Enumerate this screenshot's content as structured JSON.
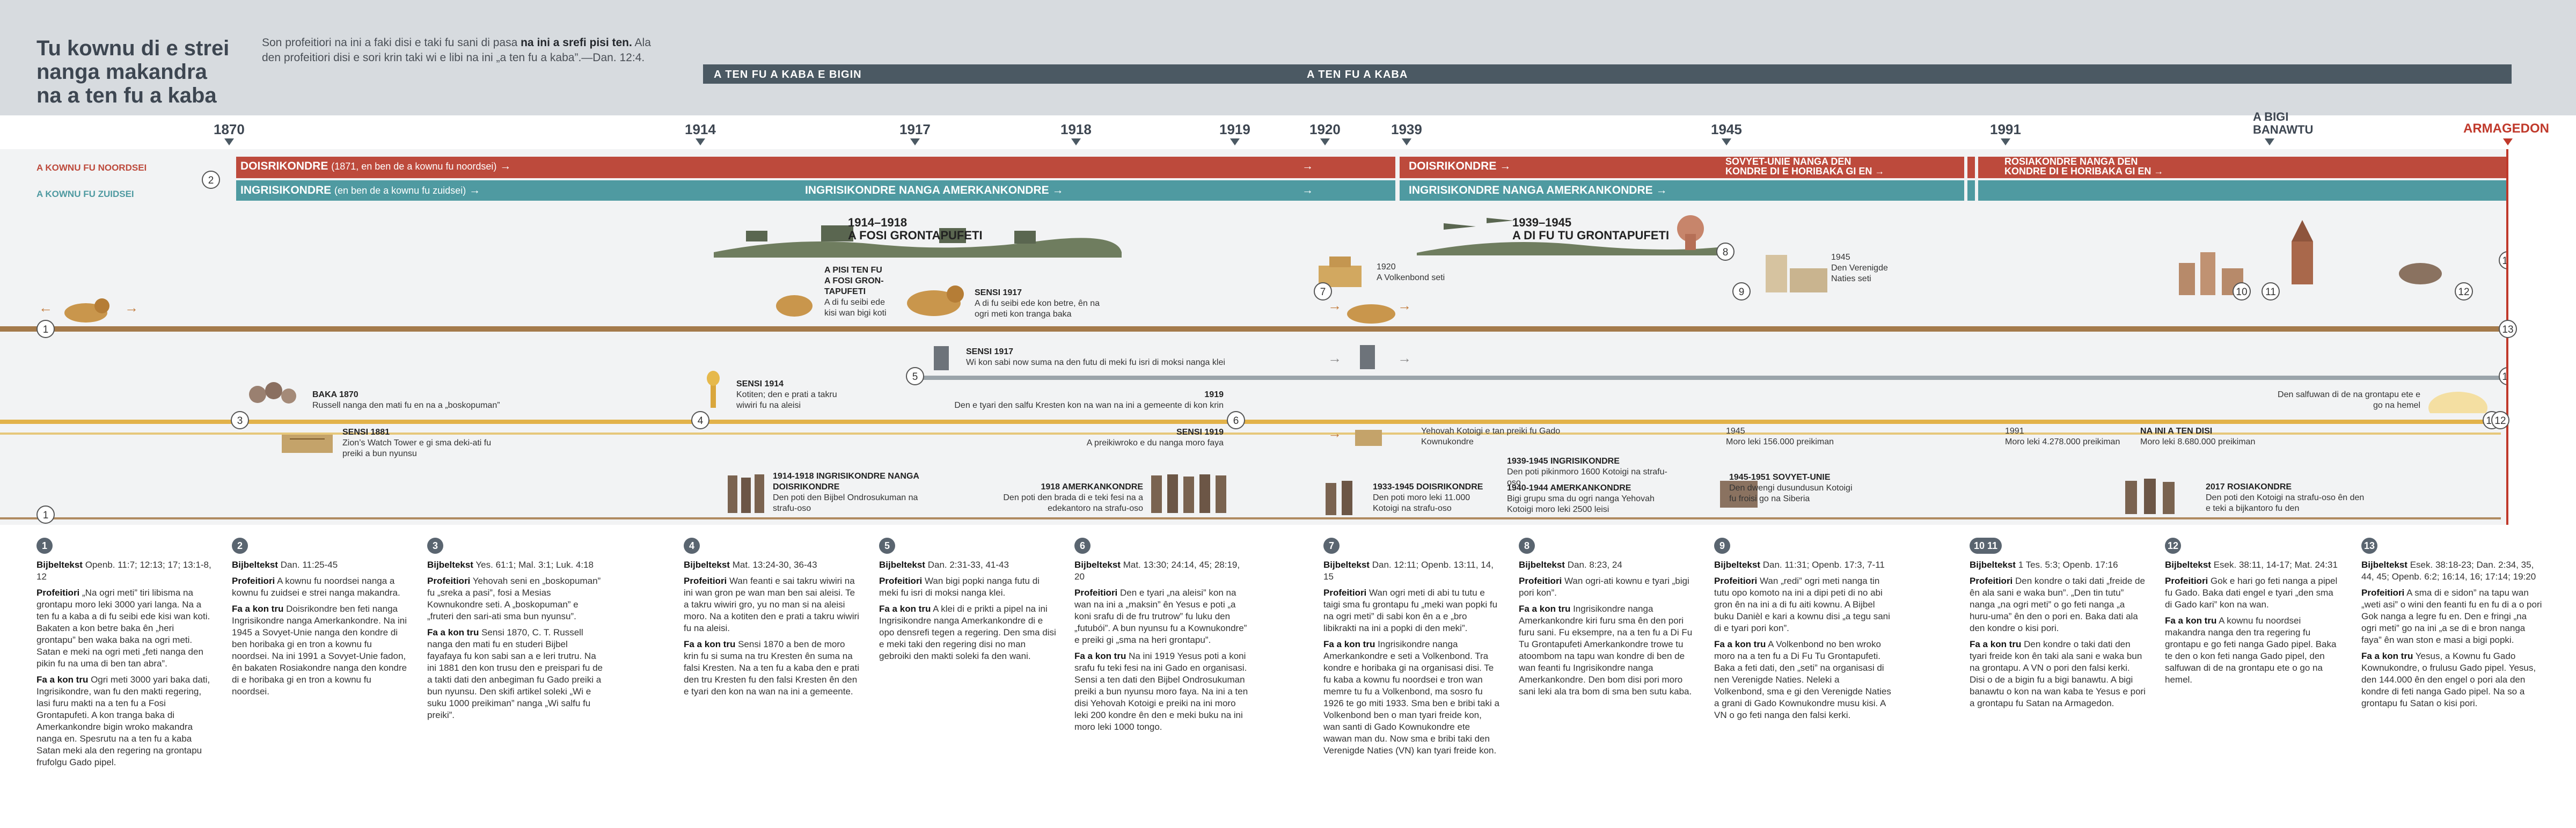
{
  "header": {
    "title_lines": [
      "Tu kownu di e strei",
      "nanga makandra",
      "na a ten fu a kaba"
    ],
    "scripture_pre": "Son profeitiori na ini a faki disi e taki fu sani di pasa ",
    "scripture_bold": "na ini a srefi pisi ten.",
    "scripture_post": " Ala den profeitiori disi e sori krin taki wi e libi na ini „a ten fu a kaba”.—Dan. 12:4.",
    "last_days_begin": "A TEN FU A KABA E BIGIN",
    "last_days": "A TEN FU A KABA"
  },
  "years": [
    "1870",
    "1914",
    "1917",
    "1918",
    "1919",
    "1920",
    "1939",
    "1945",
    "1991",
    "A BIGI BANAWTU",
    "ARMAGEDON"
  ],
  "legend": {
    "north": "A KOWNU FU NOORDSEI",
    "south": "A KOWNU FU ZUIDSEI"
  },
  "bands": {
    "red1": "DOISRIKONDRE",
    "red1_small": "(1871, en ben de a kownu fu noordsei)",
    "red2": "DOISRIKONDRE",
    "red3_line1": "SOVYET-UNIE NANGA DEN",
    "red3_line2": "KONDRE DI E HORIBAKA GI EN",
    "red4_line1": "ROSIAKONDRE NANGA DEN",
    "red4_line2": "KONDRE DI E HORIBAKA GI EN",
    "teal1": "INGRISIKONDRE",
    "teal1_small": "(en ben de a kownu fu zuidsei)",
    "teal2": "INGRISIKONDRE NANGA AMERKANKONDRE",
    "teal3": "INGRISIKONDRE NANGA AMERKANKONDRE"
  },
  "events": {
    "ww1_years": "1914–1918",
    "ww1_title": "A FOSI GRONTAPUFETI",
    "ww2_years": "1939–1945",
    "ww2_title": "A DI FU TU GRONTAPUFETI",
    "pisi_title": "A PISI TEN FU A FOSI GRON-TAPUFETI",
    "pisi_desc": "A di fu seibi ede kisi wan bigi koti",
    "sensi1917_a_title": "SENSI 1917",
    "sensi1917_a_desc": "A di fu seibi ede kon betre, ên na ogri meti kon tranga baka",
    "e1920_year": "1920",
    "e1920_desc": "A Volkenbond seti",
    "e1945_year": "1945",
    "e1945_desc": "Den Verenigde Naties seti",
    "sensi1917_b_title": "SENSI 1917",
    "sensi1917_b_desc": "Wi kon sabi now suma na den futu di meki fu isri di moksi nanga klei",
    "baka1870_title": "BAKA 1870",
    "baka1870_desc": "Russell nanga den mati fu en na a „boskopuman”",
    "sensi1914_title": "SENSI 1914",
    "sensi1914_desc": "Kotiten; den e prati a takru wiwiri fu na aleisi",
    "e1919_title": "1919",
    "e1919_desc": "Den e tyari den salfu Kresten kon na wan na ini a gemeente di kon krin",
    "salfu_desc": "Den salfuwan di de na grontapu ete e go na hemel",
    "sensi1881_title": "SENSI 1881",
    "sensi1881_desc": "Zion’s Watch Tower e gi sma deki-ati fu preiki a bun nyunsu",
    "sensi1919_title": "SENSI 1919",
    "sensi1919_desc": "A preikiwroko e du nanga moro faya",
    "yehovah_desc": "Yehovah Kotoigi e tan preiki fu Gado Kownukondre",
    "p1945_year": "1945",
    "p1945_desc": "Moro leki 156.000 preikiman",
    "p1991_year": "1991",
    "p1991_desc": "Moro leki 4.278.000 preikiman",
    "ini_a_ten": "NA INI A TEN DISI",
    "ini_a_ten_desc": "Moro leki 8.680.000 preikiman",
    "persec1_title": "1914-1918 INGRISIKONDRE NANGA DOISRIKONDRE",
    "persec1_desc": "Den poti den Bijbel Ondrosukuman na strafu-oso",
    "persec2_title": "1918 AMERKANKONDRE",
    "persec2_desc": "Den poti den brada di e teki fesi na a edekantoro na strafu-oso",
    "persec3_title": "1933-1945 DOISRIKONDRE",
    "persec3_desc": "Den poti moro leki 11.000 Kotoigi na strafu-oso",
    "persec4_title": "1939-1945 INGRISIKONDRE",
    "persec4_desc": "Den poti pikinmoro 1600 Kotoigi na strafu-oso",
    "persec5_title": "1940-1944 AMERKANKONDRE",
    "persec5_desc": "Bigi grupu sma du ogri nanga Yehovah Kotoigi moro leki 2500 leisi",
    "persec6_title": "1945-1951 SOVYET-UNIE",
    "persec6_desc": "Den dwengi dusundusun Kotoigi fu froisi go na Siberia",
    "persec7_title": "2017 ROSIAKONDRE",
    "persec7_desc": "Den poti den Kotoigi na strafu-oso ên den e teki a bijkantoro fu den"
  },
  "markers": [
    "1",
    "2",
    "3",
    "4",
    "5",
    "6",
    "7",
    "8",
    "9",
    "10",
    "11",
    "12",
    "13"
  ],
  "columns": [
    {
      "num": "1",
      "p1_label": "Bijbeltekst",
      "p1": " Openb. 11:7; 12:13; 17; 13:1-8, 12",
      "p2_label": "Profeitiori",
      "p2": " „Na ogri meti” tiri libisma na grontapu moro leki 3000 yari langa. Na a ten fu a kaba a di fu seibi ede kisi wan koti. Bakaten a kon betre baka ên „heri grontapu” ben waka baka na ogri meti. Satan e meki na ogri meti „feti nanga den pikin fu na uma di ben tan abra”.",
      "p3_label": "Fa a kon tru",
      " p3": "",
      "p3": " Ogri meti 3000 yari baka dati, Ingrisikondre, wan fu den makti regering, lasi furu makti na a ten fu a Fosi Grontapufeti. A kon tranga baka di Amerkankondre bigin wroko makandra nanga en. Spesrutu na a ten fu a kaba Satan meki ala den regering na grontapu frufolgu Gado pipel."
    },
    {
      "num": "2",
      "p1_label": "Bijbeltekst",
      "p1": " Dan. 11:25-45",
      "p2_label": "Profeitiori",
      "p2": " A kownu fu noordsei nanga a kownu fu zuidsei e strei nanga makandra.",
      "p3_label": "Fa a kon tru",
      "p3": " Doisrikondre ben feti nanga Ingrisikondre nanga Amerkankondre. Na ini 1945 a Sovyet-Unie nanga den kondre di ben horibaka gi en tron a kownu fu noordsei. Na ini 1991 a Sovyet-Unie fadon, ên bakaten Rosiakondre nanga den kondre di e horibaka gi en tron a kownu fu noordsei."
    },
    {
      "num": "3",
      "p1_label": "Bijbeltekst",
      "p1": " Yes. 61:1; Mal. 3:1; Luk. 4:18",
      "p2_label": "Profeitiori",
      "p2": " Yehovah seni en „boskopuman” fu „sreka a pasi”, fosi a Mesias Kownukondre seti. A „boskopuman” e „fruteri den sari-ati sma bun nyunsu”.",
      "p3_label": "Fa a kon tru",
      "p3": " Sensi 1870, C. T. Russell nanga den mati fu en studeri Bijbel fayafaya fu kon sabi san a e leri trutru. Na ini 1881 den kon trusu den e preispari fu de a takti dati den anbegiman fu Gado preiki a bun nyunsu. Den skifi artikel soleki „Wi e suku 1000 preikiman” nanga „Wi salfu fu preiki”."
    },
    {
      "num": "4",
      "p1_label": "Bijbeltekst",
      "p1": " Mat. 13:24-30, 36-43",
      "p2_label": "Profeitiori",
      "p2": " Wan feanti e sai takru wiwiri na ini wan gron pe wan man ben sai aleisi. Te a takru wiwiri gro, yu no man si na aleisi moro. Na a kotiten den e prati a takru wiwiri fu na aleisi.",
      "p3_label": "Fa a kon tru",
      "p3": " Sensi 1870 a ben de moro krin fu si suma na tru Kresten ên suma na falsi Kresten. Na a ten fu a kaba den e prati den tru Kresten fu den falsi Kresten ên den e tyari den kon na wan na ini a gemeente."
    },
    {
      "num": "5",
      "p1_label": "Bijbeltekst",
      "p1": " Dan. 2:31-33, 41-43",
      "p2_label": "Profeitiori",
      "p2": " Wan bigi popki nanga futu di meki fu isri di moksi nanga klei.",
      "p3_label": "Fa a kon tru",
      "p3": " A klei di e prikti a pipel na ini Ingrisikondre nanga Amerkankondre di e opo densrefi tegen a regering. Den sma disi e meki taki den regering disi no man gebroiki den makti soleki fa den wani."
    },
    {
      "num": "6",
      "p1_label": "Bijbeltekst",
      "p1": " Mat. 13:30; 24:14, 45; 28:19, 20",
      "p2_label": "Profeitiori",
      "p2": " Den e tyari „na aleisi” kon na wan na ini a „maksin” ên Yesus e poti „a koni srafu di de fru trutrow” fu luku den „futubói”. A bun nyunsu fu a Kownukondre” e preiki gi „sma na heri grontapu”.",
      "p3_label": "Fa a kon tru",
      "p3": " Na ini 1919 Yesus poti a koni srafu fu teki fesi na ini Gado en organisasi. Sensi a ten dati den Bijbel Ondrosukuman preiki a bun nyunsu moro faya. Na ini a ten disi Yehovah Kotoigi e preiki na ini moro leki 200 kondre ên den e meki buku na ini moro leki 1000 tongo."
    },
    {
      "num": "7",
      "p1_label": "Bijbeltekst",
      "p1": " Dan. 12:11; Openb. 13:11, 14, 15",
      "p2_label": "Profeitiori",
      "p2": " Wan ogri meti di abi tu tutu e taigi sma fu grontapu fu „meki wan popki fu na ogri meti” di sabi kon ên a e „bro libikrakti na ini a popki di den meki”.",
      "p3_label": "Fa a kon tru",
      "p3": " Ingrisikondre nanga Amerkankondre e seti a Volkenbond. Tra kondre e horibaka gi na organisasi disi. Te fu kaba a kownu fu noordsei e tron wan memre tu fu a Volkenbond, ma sosro fu 1926 te go miti 1933. Sma ben e bribi taki a Volkenbond ben o man tyari freide kon, wan santi di Gado Kownukondre ete wawan man du. Now sma e bribi taki den Verenigde Naties (VN) kan tyari freide kon."
    },
    {
      "num": "8",
      "p1_label": "Bijbeltekst",
      "p1": " Dan. 8:23, 24",
      "p2_label": "Profeitiori",
      "p2": " Wan ogri-ati kownu e tyari „bigi pori kon”.",
      "p3_label": "Fa a kon tru",
      "p3": " Ingrisikondre nanga Amerkankondre kiri furu sma ên den pori furu sani. Fu eksempre, na a ten fu a Di Fu Tu Grontapufeti Amerkankondre trowe tu atoombom na tapu wan kondre di ben de wan feanti fu Ingrisikondre nanga Amerkankondre. Den bom disi pori moro sani leki ala tra bom di sma ben sutu kaba."
    },
    {
      "num": "9",
      "p1_label": "Bijbeltekst",
      "p1": " Dan. 11:31; Openb. 17:3, 7-11",
      "p2_label": "Profeitiori",
      "p2": " Wan „redi” ogri meti nanga tin tutu opo komoto na ini a dipi peti di no abi gron ên na ini a di fu aiti kownu. A Bijbel buku Danièl e kari a kownu disi „a tegu sani di e tyari pori kon”.",
      "p3_label": "Fa a kon tru",
      "p3": " A Volkenbond no ben wroko moro na a ten fu a Di Fu Tu Grontapufeti. Baka a feti dati, den „seti” na organisasi di nen Verenigde Naties. Neleki a Volkenbond, sma e gi den Verenigde Naties a grani di Gado Kownukondre musu kisi. A VN o go feti nanga den falsi kerki."
    },
    {
      "num": "10 11",
      "p1_label": "Bijbeltekst",
      "p1": " 1 Tes. 5:3; Openb. 17:16",
      "p2_label": "Profeitiori",
      "p2": " Den kondre o taki dati „freide de ên ala sani e waka bun”. „Den tin tutu” nanga „na ogri meti” o go feti nanga „a huru-uma” ên den o pori en. Baka dati ala den kondre o kisi pori.",
      "p3_label": "Fa a kon tru",
      "p3": " Den kondre o taki dati den tyari freide kon ên taki ala sani e waka bun na grontapu. A VN o pori den falsi kerki. Disi o de a bigin fu a bigi banawtu. A bigi banawtu o kon na wan kaba te Yesus e pori a grontapu fu Satan na Armagedon."
    },
    {
      "num": "12",
      "p1_label": "Bijbeltekst",
      "p1": " Esek. 38:11, 14-17; Mat. 24:31",
      "p2_label": "Profeitiori",
      "p2": " Gok e hari go feti nanga a pipel fu Gado. Baka dati engel e tyari „den sma di Gado kari” kon na wan.",
      "p3_label": "Fa a kon tru",
      "p3": " A kownu fu noordsei makandra nanga den tra regering fu grontapu e go feti nanga Gado pipel. Baka te den o kon feti nanga Gado pipel, den salfuwan di de na grontapu ete o go na hemel."
    },
    {
      "num": "13",
      "p1_label": "Bijbeltekst",
      "p1": " Esek. 38:18-23; Dan. 2:34, 35, 44, 45; Openb. 6:2; 16:14, 16; 17:14; 19:20",
      "p2_label": "Profeitiori",
      "p2": " A sma di e sidon” na tapu wan „weti asi” o wini den feanti fu en fu di a o pori Gok nanga a legre fu en. Den e fringi „na ogri meti” go na ini „a se di e bron nanga faya” ên wan ston e masi a bigi popki.",
      "p3_label": "Fa a kon tru",
      "p3": " Yesus, a Kownu fu Gado Kownukondre, o frulusu Gado pipel. Yesus, den 144.000 ên den engel o pori ala den kondre di feti nanga Gado pipel. Na so a grontapu fu Satan o kisi pori."
    }
  ],
  "colors": {
    "header_bg": "#d7dbdf",
    "last_days_bar": "#4b5963",
    "north_red": "#bd4a3c",
    "south_teal": "#4f9aa1",
    "gold": "#e2b24a",
    "brown": "#a47a4b",
    "armagedon": "#c0392b"
  }
}
